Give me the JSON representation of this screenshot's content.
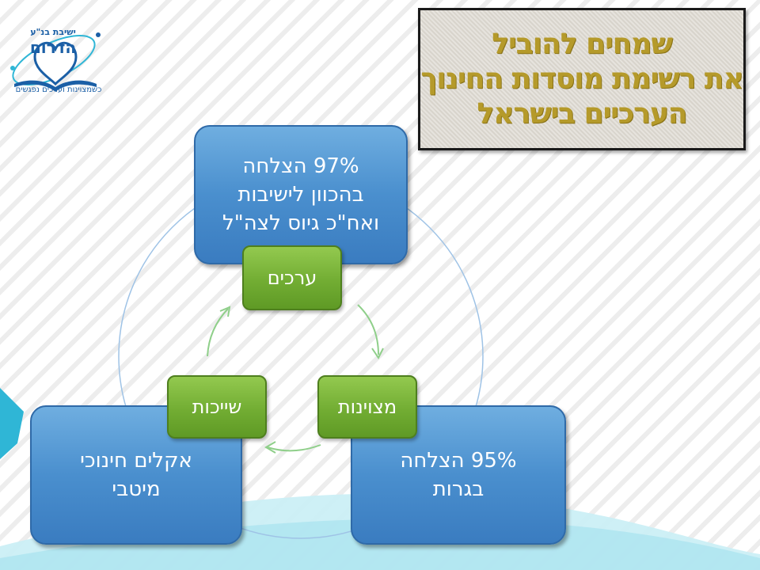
{
  "banner": {
    "lines": [
      "שמחים להוביל",
      "את רשימת מוסדות החינוך",
      "הערכיים בישראל"
    ]
  },
  "logo": {
    "title": "ישיבת בנ\"ע",
    "name": "הדרום",
    "tagline": "כשמצוינות וערכים נפגשים"
  },
  "diagram": {
    "top_box": {
      "lines": [
        "97% הצלחה",
        "בהכוון לישיבות",
        "ואח\"כ גיוס לצה\"ל"
      ]
    },
    "right_box": {
      "lines": [
        "95% הצלחה",
        "בגרות"
      ]
    },
    "left_box": {
      "lines": [
        "אקלים חינוכי",
        "מיטבי"
      ]
    },
    "pills": {
      "values": "ערכים",
      "excellence": "מצוינות",
      "belonging": "שייכות"
    }
  },
  "colors": {
    "blue_box": "#4a8fce",
    "green_pill": "#72ad33",
    "banner_text": "#b59a2a",
    "logo_blue": "#1b5fa6",
    "accent_teal": "#2fb6d6"
  }
}
